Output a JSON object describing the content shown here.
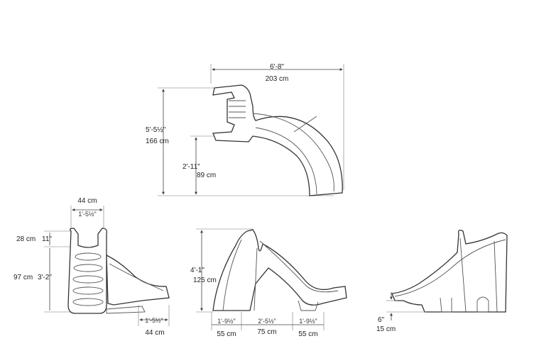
{
  "top_view": {
    "width_ft": "6'-8\"",
    "width_cm": "203 cm",
    "depth_ft": "5'-5½\"",
    "depth_cm": "166 cm",
    "inner_ft": "2'-11\"",
    "inner_cm": "89 cm"
  },
  "front_view": {
    "top_cm": "44 cm",
    "top_ft": "1'-5½\"",
    "upper_cm": "28 cm",
    "upper_ft": "11\"",
    "lower_cm": "97 cm",
    "lower_ft": "3'-2\"",
    "base_ft": "1'-5½\"",
    "base_cm": "44 cm"
  },
  "side_view": {
    "height_ft": "4'-1\"",
    "height_cm": "125 cm",
    "seg1_ft": "1'-9½\"",
    "seg1_cm": "55 cm",
    "seg2_ft": "2'-5½\"",
    "seg2_cm": "75 cm",
    "seg3_ft": "1'-9½\"",
    "seg3_cm": "55 cm"
  },
  "rear_view": {
    "lip_ft": "6\"",
    "lip_cm": "15 cm"
  }
}
